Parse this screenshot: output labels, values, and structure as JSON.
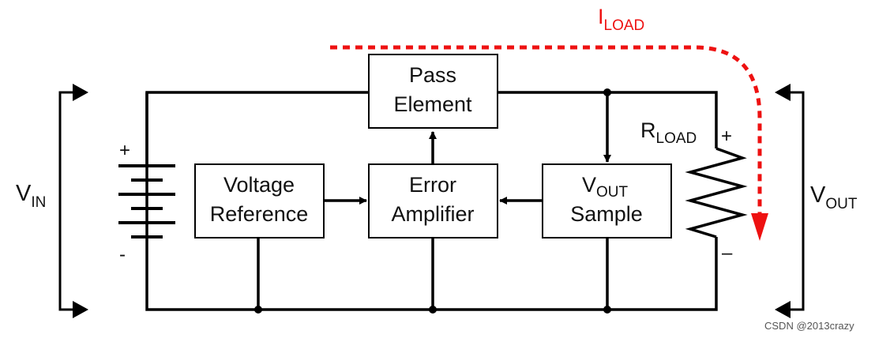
{
  "blocks": {
    "pass_element": {
      "line1": "Pass",
      "line2": "Element"
    },
    "voltage_reference": {
      "line1": "Voltage",
      "line2": "Reference"
    },
    "error_amplifier": {
      "line1": "Error",
      "line2": "Amplifier"
    },
    "vout_sample": {
      "main": "V",
      "sub": "OUT",
      "line2": "Sample"
    }
  },
  "labels": {
    "vin": {
      "main": "V",
      "sub": "IN"
    },
    "vout": {
      "main": "V",
      "sub": "OUT"
    },
    "rload": {
      "main": "R",
      "sub": "LOAD"
    },
    "iload": {
      "main": "I",
      "sub": "LOAD"
    },
    "battery_plus": "+",
    "battery_minus": "-",
    "load_plus": "+",
    "load_minus": "–"
  },
  "colors": {
    "line": "#000000",
    "current": "#ee1111"
  },
  "watermark": "CSDN @2013crazy"
}
